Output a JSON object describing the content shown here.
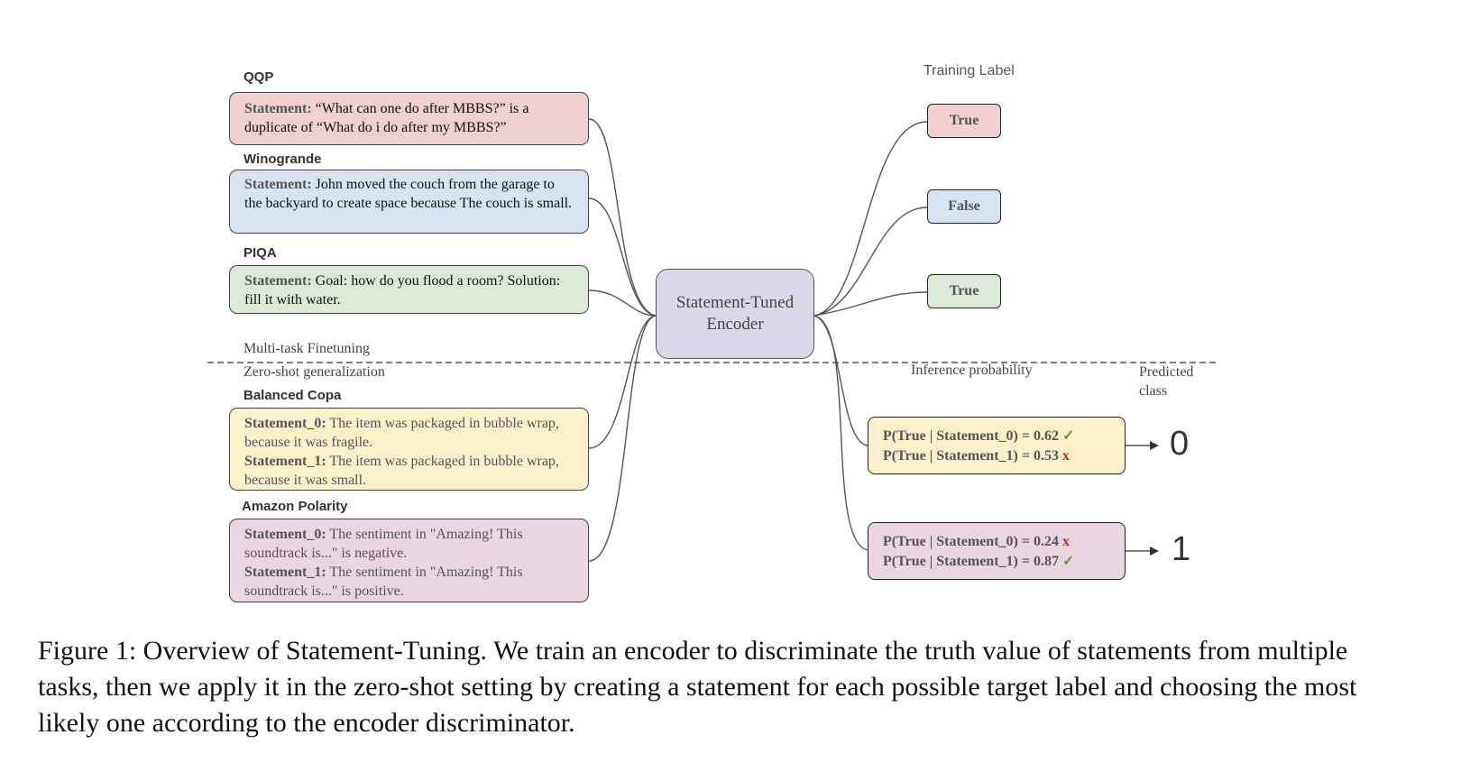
{
  "figure": {
    "sections": {
      "multitask": "Multi-task Finetuning",
      "zeroshot": "Zero-shot generalization"
    },
    "training_label_heading": "Training Label",
    "inference_heading": "Inference probability",
    "predicted_heading_line1": "Predicted",
    "predicted_heading_line2": "class",
    "encoder_line1": "Statement-Tuned",
    "encoder_line2": "Encoder",
    "tasks": [
      {
        "name": "QQP",
        "prefix": "Statement:",
        "text": " “What can one do after MBBS?” is a duplicate of “What do i do after my MBBS?”",
        "color": "#f0d0d0"
      },
      {
        "name": "Winogrande",
        "prefix": "Statement:",
        "text": " John moved the couch from the garage to the backyard to create space because The couch is small.",
        "color": "#d6e3f1"
      },
      {
        "name": "PIQA",
        "prefix": "Statement:",
        "text": " Goal: how do you flood a room? Solution: fill it with water.",
        "color": "#dbe9d6"
      }
    ],
    "training_labels": [
      {
        "text": "True",
        "color": "#f0d0d0"
      },
      {
        "text": "False",
        "color": "#d6e3f1"
      },
      {
        "text": "True",
        "color": "#dbe9d6"
      }
    ],
    "zeroshot_tasks": [
      {
        "name": "Balanced Copa",
        "color": "#fdf1cc",
        "s0_prefix": "Statement_0:",
        "s0_text": " The item was packaged in bubble wrap, because it was fragile.",
        "s1_prefix": "Statement_1:",
        "s1_text": " The item was packaged in bubble wrap, because it was small."
      },
      {
        "name": "Amazon Polarity",
        "color": "#e9d6e1",
        "s0_prefix": "Statement_0:",
        "s0_text": " The sentiment in \"Amazing! This soundtrack is...\" is negative.",
        "s1_prefix": "Statement_1:",
        "s1_text": " The sentiment in \"Amazing! This soundtrack is...\" is positive."
      }
    ],
    "inference": [
      {
        "color": "#fdf1cc",
        "p0": "P(True | Statement_0) = 0.62",
        "p0_mark": "✓",
        "p1": "P(True | Statement_1) = 0.53",
        "p1_mark": "x",
        "predicted": "0"
      },
      {
        "color": "#e9d6e1",
        "p0": "P(True | Statement_0) = 0.24",
        "p0_mark": "x",
        "p1": "P(True | Statement_1) = 0.87",
        "p1_mark": "✓",
        "predicted": "1"
      }
    ]
  },
  "caption": "Figure 1: Overview of Statement-Tuning. We train an encoder to discriminate the truth value of statements from multiple tasks, then we apply it in the zero-shot setting by creating a statement for each possible target label and choosing the most likely one according to the encoder discriminator."
}
